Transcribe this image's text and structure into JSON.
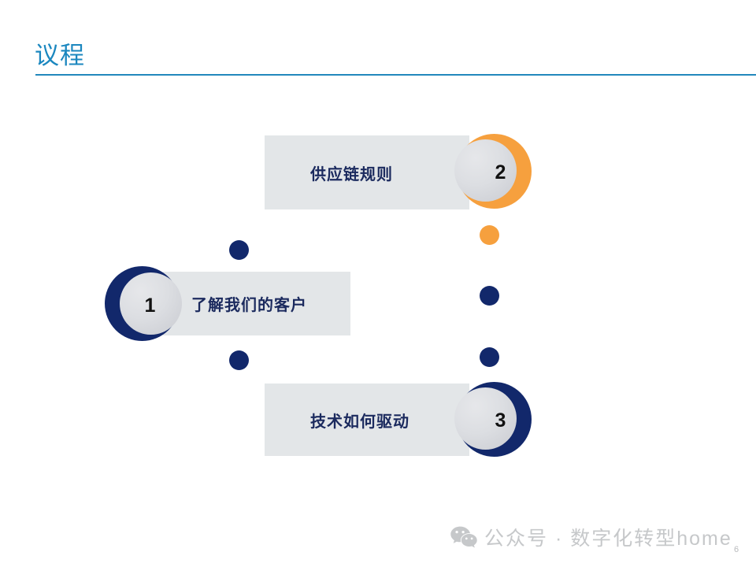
{
  "slide": {
    "title": "议程",
    "page_number": "6"
  },
  "colors": {
    "title_blue": "#1B87BF",
    "rule_blue": "#2288BC",
    "navy": "#12286B",
    "navy_text": "#1B2A5E",
    "orange": "#F6A03E",
    "box_gray": "#E3E6E8",
    "watermark_gray": "#C6C8CA"
  },
  "agenda": {
    "items": [
      {
        "number": "2",
        "label": "供应链规则",
        "accent": "orange",
        "circle_side": "right"
      },
      {
        "number": "1",
        "label": "了解我们的客户",
        "accent": "navy",
        "circle_side": "left"
      },
      {
        "number": "3",
        "label": "技术如何驱动",
        "accent": "navy",
        "circle_side": "right"
      }
    ]
  },
  "decorative_dots": [
    {
      "color": "navy",
      "column": "left"
    },
    {
      "color": "navy",
      "column": "left"
    },
    {
      "color": "orange",
      "column": "right"
    },
    {
      "color": "navy",
      "column": "right"
    },
    {
      "color": "navy",
      "column": "right"
    }
  ],
  "watermark": {
    "icon": "wechat-icon",
    "text": "公众号 · 数字化转型home"
  }
}
